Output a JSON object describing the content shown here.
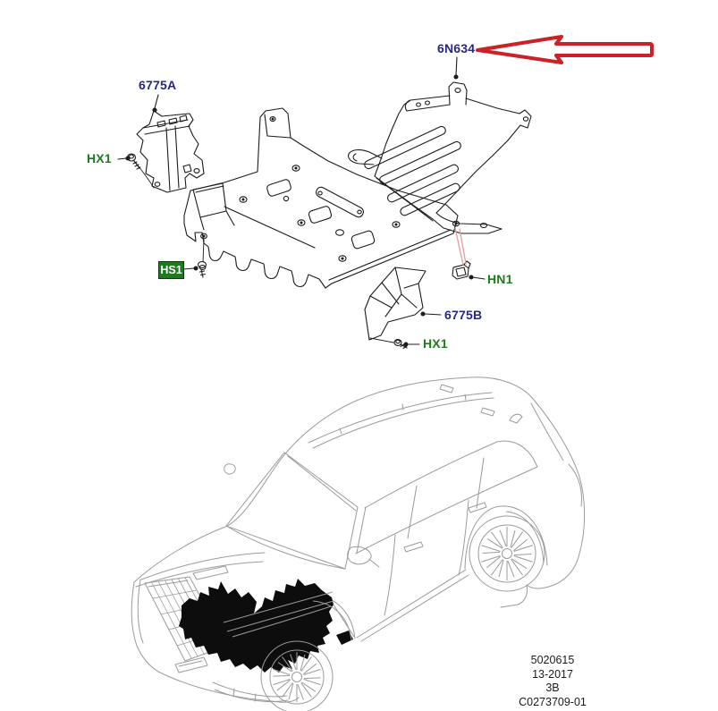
{
  "diagram_labels": {
    "part_6775a": {
      "text": "6775A"
    },
    "part_6n634": {
      "text": "6N634"
    },
    "part_6775b": {
      "text": "6775B"
    },
    "fastener_hx1_upper": {
      "text": "HX1"
    },
    "fastener_hs1": {
      "text": "HS1"
    },
    "fastener_hn1": {
      "text": "HN1"
    },
    "fastener_hx1_lower": {
      "text": "HX1"
    }
  },
  "footer": {
    "lines": [
      "5020615",
      "13-2017",
      "3B",
      "C0273709-01"
    ]
  },
  "colors": {
    "part_number_label": "#28287f",
    "fastener_label": "#1e7a1e",
    "hs1_badge_bg": "#1e7a1e",
    "hs1_badge_text": "#ffffff",
    "callout_arrow": "#cc2127",
    "leader_line_pink": "#dfa0a0",
    "diagram_line": "#1c1c1c",
    "vehicle_line": "#9b9b9b",
    "highlight_fill": "#0d0d0d"
  },
  "icons": {
    "callout_arrow": "left-pointing-outlined-arrow"
  }
}
